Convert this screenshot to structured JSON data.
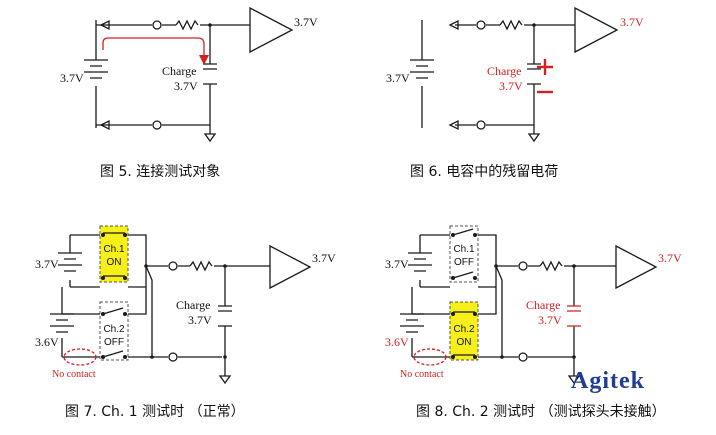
{
  "figures": {
    "fig5": {
      "caption": "图 5. 连接测试对象",
      "battery_v": "3.7V",
      "out_v": "3.7V",
      "cap_label": "Charge",
      "cap_v": "3.7V"
    },
    "fig6": {
      "caption": "图 6. 电容中的残留电荷",
      "battery_v": "3.7V",
      "out_v": "3.7V",
      "cap_label": "Charge",
      "cap_v": "3.7V"
    },
    "fig7": {
      "caption": "图 7. Ch. 1 测试时 （正常）",
      "bat1_v": "3.7V",
      "bat2_v": "3.6V",
      "ch1": "Ch.1",
      "ch1_state": "ON",
      "ch2": "Ch.2",
      "ch2_state": "OFF",
      "no_contact": "No contact",
      "out_v": "3.7V",
      "cap_label": "Charge",
      "cap_v": "3.7V"
    },
    "fig8": {
      "caption": "图 8. Ch. 2 测试时 （测试探头未接触）",
      "bat1_v": "3.7V",
      "bat2_v": "3.6V",
      "ch1": "Ch.1",
      "ch1_state": "OFF",
      "ch2": "Ch.2",
      "ch2_state": "ON",
      "no_contact": "No contact",
      "out_v": "3.7V",
      "cap_label": "Charge",
      "cap_v": "3.7V"
    }
  },
  "logo": "Agitek",
  "colors": {
    "wire": "#1a1a1a",
    "highlight_red": "#d42020",
    "switch_on_fill": "#f7ef1a",
    "logo_blue": "#1f3f8f"
  }
}
